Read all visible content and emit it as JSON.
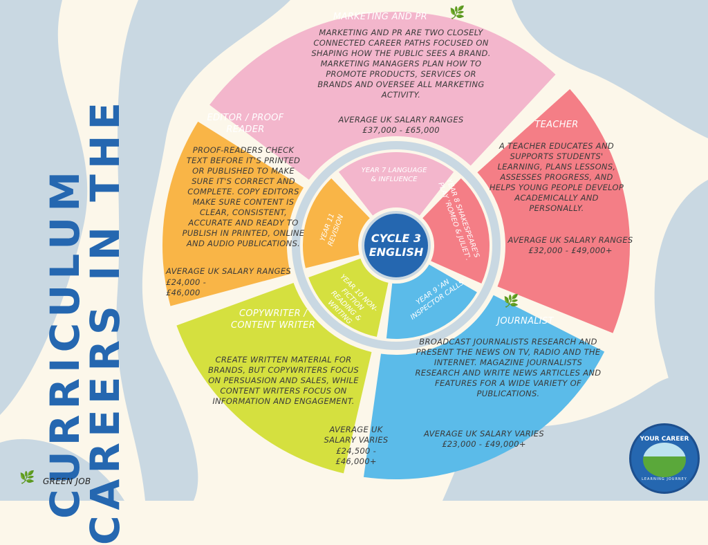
{
  "title": {
    "line1": "CAREERS IN THE",
    "line2": "CURRICULUM"
  },
  "center": "CYCLE 3 ENGLISH",
  "colors": {
    "pink": "#f3b6cc",
    "red": "#f47e86",
    "blue": "#5bbbe9",
    "green": "#d5e03f",
    "orange": "#f9b547",
    "center": "#2567b0"
  },
  "careers": [
    {
      "key": "marketing",
      "title": "MARKETING AND PR",
      "body": "MARKETING AND PR ARE TWO CLOSELY CONNECTED CAREER PATHS FOCUSED ON SHAPING HOW THE PUBLIC SEES A BRAND. MARKETING MANAGERS PLAN HOW TO PROMOTE PRODUCTS, SERVICES OR BRANDS AND OVERSEE ALL MARKETING ACTIVITY.",
      "salary_label": "AVERAGE UK SALARY RANGES",
      "salary": "£37,000 - £65,000",
      "green": true
    },
    {
      "key": "teacher",
      "title": "TEACHER",
      "body": "A TEACHER EDUCATES AND SUPPORTS STUDENTS' LEARNING, PLANS LESSONS, ASSESSES PROGRESS, AND HELPS YOUNG PEOPLE DEVELOP ACADEMICALLY AND PERSONALLY.",
      "salary_label": "AVERAGE UK SALARY RANGES",
      "salary": "£32,000 - £49,000+"
    },
    {
      "key": "journalist",
      "title": "JOURNALIST",
      "body": "BROADCAST JOURNALISTS RESEARCH AND PRESENT THE NEWS ON TV, RADIO AND THE INTERNET. MAGAZINE JOURNALISTS RESEARCH AND WRITE NEWS ARTICLES AND FEATURES FOR A WIDE VARIETY OF PUBLICATIONS.",
      "salary_label": "AVERAGE UK SALARY VARIES",
      "salary": "£23,000 - £49,000+",
      "green": true
    },
    {
      "key": "copywriter",
      "title": "COPYWRITER / CONTENT WRITER",
      "body": "CREATE WRITTEN MATERIAL FOR BRANDS, BUT COPYWRITERS FOCUS ON PERSUASION AND SALES, WHILE CONTENT WRITERS FOCUS ON INFORMATION AND ENGAGEMENT.",
      "salary_label": "AVERAGE UK SALARY VARIES",
      "salary": "£24,500 - £46,000+"
    },
    {
      "key": "editor",
      "title": "EDITOR / PROOF READER",
      "body": "PROOF-READERS CHECK TEXT BEFORE IT'S PRINTED OR PUBLISHED TO MAKE SURE IT'S CORRECT AND COMPLETE. COPY EDITORS MAKE SURE CONTENT IS CLEAR, CONSISTENT, ACCURATE AND READY TO PUBLISH IN PRINTED, ONLINE AND AUDIO PUBLICATIONS.",
      "salary_label": "AVERAGE UK SALARY RANGES",
      "salary": "£24,000 - £46,000"
    }
  ],
  "years": [
    {
      "label": "YEAR 7 LANGUAGE & INFLUENCE"
    },
    {
      "label": "YEAR 8 SHAKESPEARE'S PLAY 'ROMEO & JULIET'."
    },
    {
      "label": "YEAR 9 'AN INSPECTOR CALLS'"
    },
    {
      "label": "YEAR 10 NON-FICTION READING & WRITING"
    },
    {
      "label": "YEAR 11 REVISION"
    }
  ],
  "legend": {
    "green_job": "GREEN JOB"
  },
  "logo": {
    "top": "YOUR CAREER",
    "bottom": "LEARNING JOURNEY"
  }
}
